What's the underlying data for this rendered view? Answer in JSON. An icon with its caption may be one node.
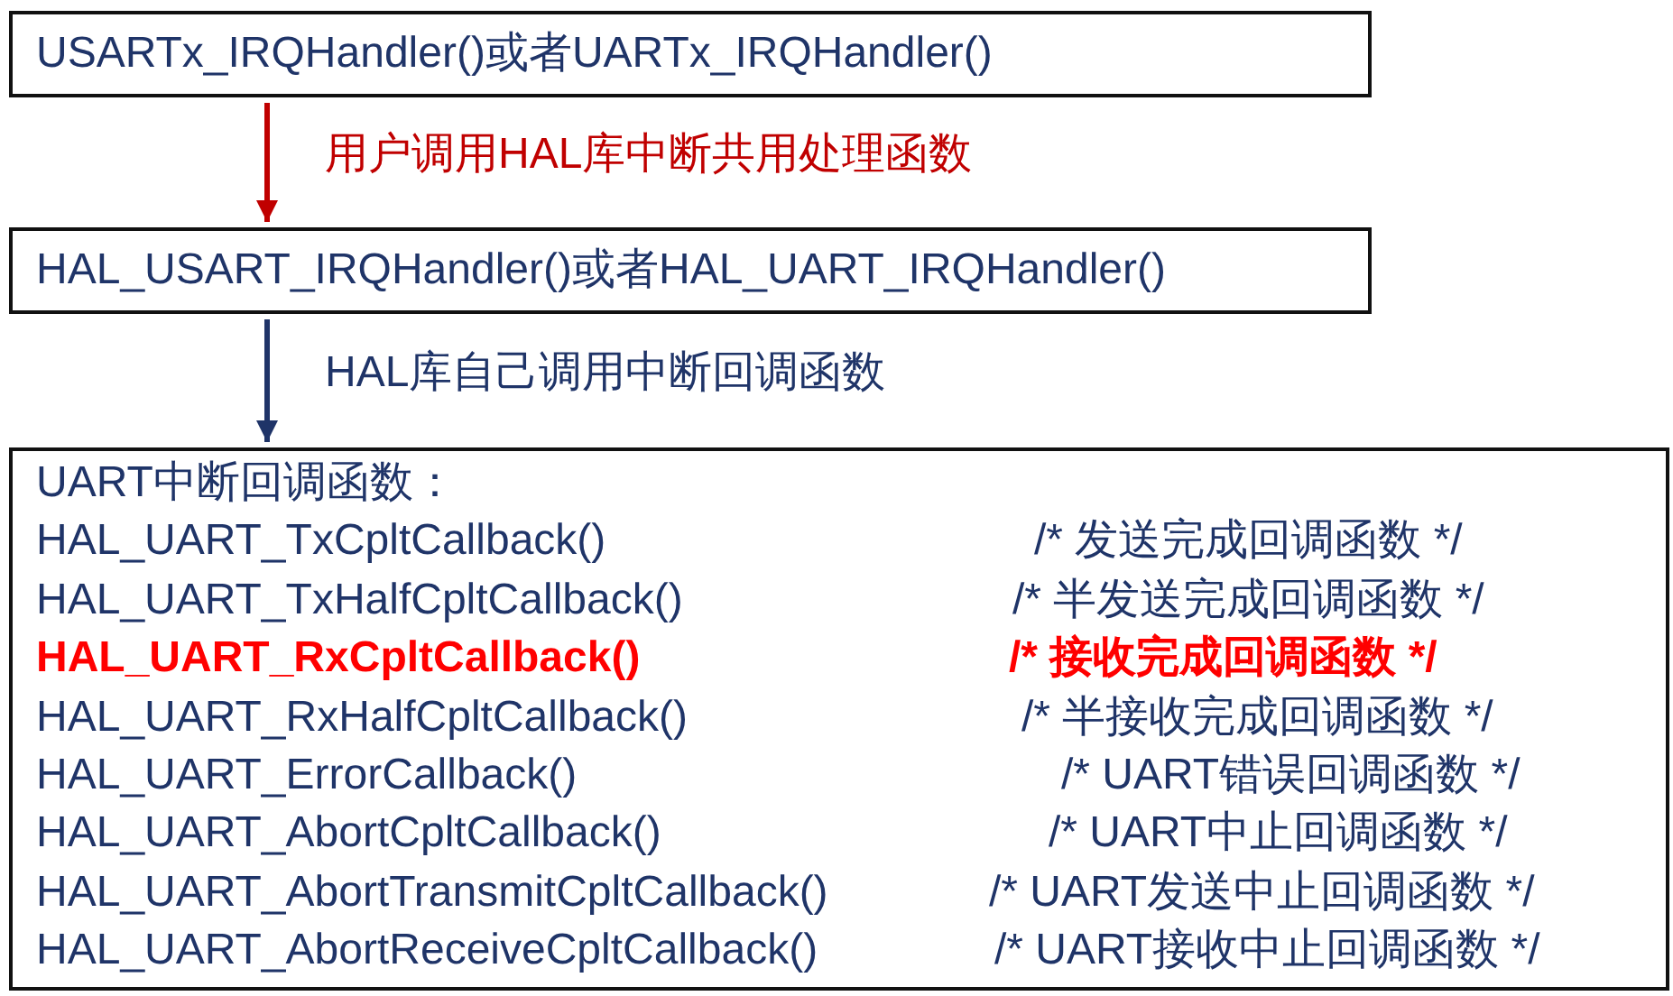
{
  "diagram": {
    "nodes": [
      {
        "text": [
          "USARTx_IRQHandler()或者UARTx_IRQHandler()"
        ]
      },
      {
        "text": [
          "HAL_USART_IRQHandler()或者HAL_UART_IRQHandler()"
        ]
      },
      {
        "text": [
          "UART中断回调函数：",
          "HAL_UART_TxCpltCallback()",
          "/* 发送完成回调函数 */",
          "HAL_UART_TxHalfCpltCallback()",
          "/* 半发送完成回调函数 */",
          "HAL_UART_RxCpltCallback()",
          "/* 接收完成回调函数 */",
          "HAL_UART_RxHalfCpltCallback()",
          "/* 半接收完成回调函数 */",
          "HAL_UART_ErrorCallback()",
          "/* UART错误回调函数 */",
          "HAL_UART_AbortCpltCallback()",
          "/* UART中止回调函数 */",
          "HAL_UART_AbortTransmitCpltCallback()",
          "/* UART发送中止回调函数 */",
          "HAL_UART_AbortReceiveCpltCallback()",
          "/* UART接收中止回调函数 */"
        ]
      }
    ],
    "edges": [
      {
        "from": 0,
        "to": 1,
        "arrow": "to",
        "label": "用户调用HAL库中断共用处理函数",
        "color": "#c00000"
      },
      {
        "from": 1,
        "to": 2,
        "arrow": "to",
        "label": "HAL库自己调用中断回调函数",
        "color": "#1f3468"
      }
    ]
  }
}
